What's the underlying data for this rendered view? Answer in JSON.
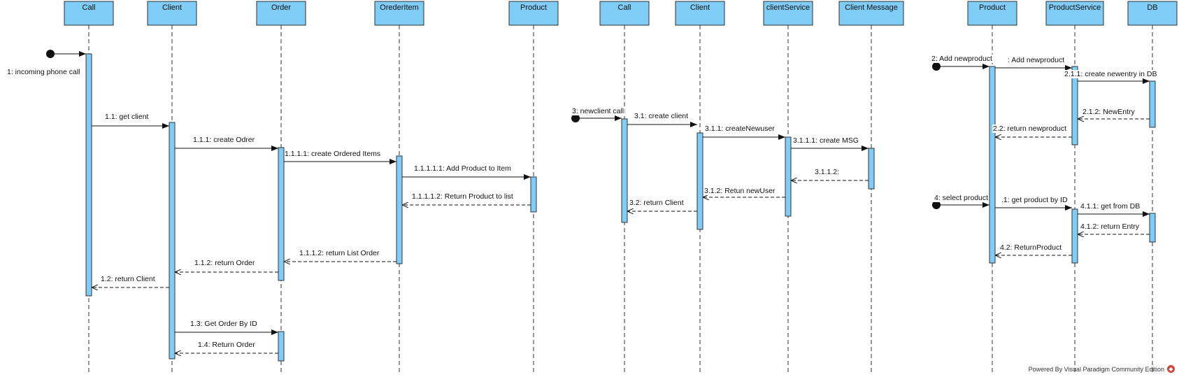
{
  "lifelines": [
    {
      "id": "call1",
      "label": "Call"
    },
    {
      "id": "client1",
      "label": "Client"
    },
    {
      "id": "order",
      "label": "Order"
    },
    {
      "id": "orederitem",
      "label": "OrederItem"
    },
    {
      "id": "product1",
      "label": "Product"
    },
    {
      "id": "call2",
      "label": "Call"
    },
    {
      "id": "client2",
      "label": "Client"
    },
    {
      "id": "clientservice",
      "label": "clientService"
    },
    {
      "id": "clientmessage",
      "label": "Client Message"
    },
    {
      "id": "product2",
      "label": "Product"
    },
    {
      "id": "productservice",
      "label": "ProductService"
    },
    {
      "id": "db",
      "label": "DB"
    }
  ],
  "messages": [
    {
      "id": "m1",
      "label": "1: incoming phone call",
      "type": "call"
    },
    {
      "id": "m1_1",
      "label": "1.1: get client",
      "type": "call"
    },
    {
      "id": "m1_1_1",
      "label": "1.1.1: create Odrer",
      "type": "call"
    },
    {
      "id": "m1_1_1_1",
      "label": "1.1.1.1: create Ordered Items",
      "type": "call"
    },
    {
      "id": "m1_1_1_1_1",
      "label": "1.1.1.1.1: Add Product to Item",
      "type": "call"
    },
    {
      "id": "m1_1_1_1_2",
      "label": "1.1.1.1.2: Return Product to list",
      "type": "return"
    },
    {
      "id": "m1_1_1_2",
      "label": "1.1.1.2: return List Order",
      "type": "return"
    },
    {
      "id": "m1_1_2",
      "label": "1.1.2: return Order",
      "type": "return"
    },
    {
      "id": "m1_2",
      "label": "1.2: return Client",
      "type": "return"
    },
    {
      "id": "m1_3",
      "label": "1.3: Get Order By ID",
      "type": "call"
    },
    {
      "id": "m1_4",
      "label": "1.4: Return Order",
      "type": "return"
    },
    {
      "id": "m3",
      "label": "3: newclient call",
      "type": "call"
    },
    {
      "id": "m3_1",
      "label": "3.1: create client",
      "type": "call"
    },
    {
      "id": "m3_1_1",
      "label": "3.1.1: createNewuser",
      "type": "call"
    },
    {
      "id": "m3_1_1_1",
      "label": "3.1.1.1: create MSG",
      "type": "call"
    },
    {
      "id": "m3_1_1_2",
      "label": "3.1.1.2:",
      "type": "return"
    },
    {
      "id": "m3_1_2",
      "label": "3.1.2: Retun newUser",
      "type": "return"
    },
    {
      "id": "m3_2",
      "label": "3.2: return Client",
      "type": "return"
    },
    {
      "id": "m2",
      "label": "2: Add newproduct",
      "type": "call"
    },
    {
      "id": "m2_1",
      "label": ": Add newproduct",
      "type": "call"
    },
    {
      "id": "m2_1_1",
      "label": "2.1.1: create newentry in DB",
      "type": "call"
    },
    {
      "id": "m2_1_2",
      "label": "2.1.2: NewEntry",
      "type": "return"
    },
    {
      "id": "m2_2",
      "label": "2.2: return newproduct",
      "type": "return"
    },
    {
      "id": "m4",
      "label": "4: select product",
      "type": "call"
    },
    {
      "id": "m4_1",
      "label": ".1: get product by ID",
      "type": "call"
    },
    {
      "id": "m4_1_1",
      "label": "4.1.1: get from DB",
      "type": "call"
    },
    {
      "id": "m4_1_2",
      "label": "4.1.2: return Entry",
      "type": "return"
    },
    {
      "id": "m4_2",
      "label": "4.2: ReturnProduct",
      "type": "return"
    }
  ],
  "footer": {
    "text": "Powered By  Visual Paradigm Community Edition",
    "icon": "visual-paradigm-logo-icon"
  }
}
